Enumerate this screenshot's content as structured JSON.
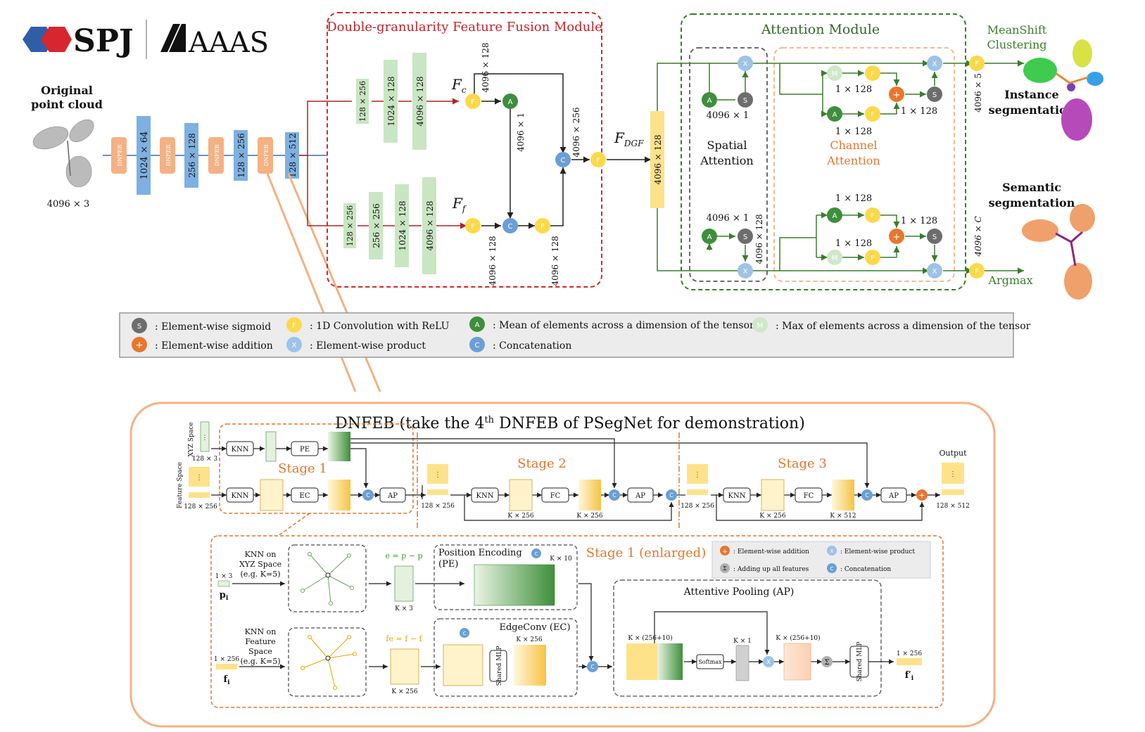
{
  "logos": {
    "spj": "SPJ",
    "aaas": "AAAS"
  },
  "input": {
    "title_line1": "Original",
    "title_line2": "point cloud",
    "size": "4096 × 3"
  },
  "encoder": {
    "block_label": "DNFEB",
    "sizes": [
      "1024 × 64",
      "256 × 128",
      "128 × 256",
      "128 × 512"
    ]
  },
  "fusion": {
    "title": "Double-granularity Feature Fusion Module",
    "coarse_blocks": [
      "128 × 256",
      "1024 × 128",
      "4096 × 128"
    ],
    "fine_blocks": [
      "128 × 256",
      "256 × 256",
      "1024 × 128",
      "4096 × 128"
    ],
    "fc_label": "F",
    "fc_sub": "c",
    "ff_label": "F",
    "ff_sub": "f",
    "dim_4096x128": "4096 × 128",
    "dim_4096x1": "4096 × 1",
    "dim_4096x256": "4096 × 256",
    "fdgf_label": "F",
    "fdgf_sub": "DGF",
    "fdgf_block": "4096 × 128"
  },
  "attention": {
    "title": "Attention Module",
    "spatial_line1": "Spatial",
    "spatial_line2": "Attention",
    "channel_line1": "Channel",
    "channel_line2": "Attention",
    "dim_4096x1": "4096 × 1",
    "dim_1x128": "1 × 128",
    "dim_4096x128": "4096 × 128"
  },
  "outputs": {
    "meanshift_line1": "MeanShift",
    "meanshift_line2": "Clustering",
    "instance_line1": "Instance",
    "instance_line2": "segmentation",
    "semantic_line1": "Semantic",
    "semantic_line2": "segmentation",
    "argmax": "Argmax",
    "dim_instance": "4096 × 5",
    "dim_semantic": "4096 × C"
  },
  "legend": [
    {
      "symbol": "S",
      "color": "#6d6d6d",
      "text": ": Element-wise sigmoid"
    },
    {
      "symbol": "F",
      "color": "#fdd94a",
      "text": ": 1D Convolution with ReLU"
    },
    {
      "symbol": "A",
      "color": "#3f8e3c",
      "text": ": Mean of elements across a dimension of the tensor"
    },
    {
      "symbol": "M",
      "color": "#cfe8c9",
      "text": ": Max of elements across a dimension of the tensor"
    },
    {
      "symbol": "+",
      "color": "#e8772e",
      "text": ": Element-wise addition"
    },
    {
      "symbol": "X",
      "color": "#9dc3e6",
      "text": ": Element-wise product"
    },
    {
      "symbol": "C",
      "color": "#6a9fd6",
      "text": ": Concatenation"
    }
  ],
  "dnfeb": {
    "title_pre": "DNFEB (take the 4",
    "title_sup": "th",
    "title_post": " DNFEB of PSegNet for demonstration)",
    "xyz_space": "XYZ Space",
    "feature_space": "Feature Space",
    "dim_128x3": "128 × 3",
    "dim_128x256": "128 × 256",
    "dim_128x512": "128 × 512",
    "dim_kx256": "K × 256",
    "dim_kx512": "K × 512",
    "output": "Output",
    "stage1": "Stage 1",
    "stage2": "Stage 2",
    "stage3": "Stage 3",
    "knn": "KNN",
    "pe": "PE",
    "ec": "EC",
    "ap": "AP",
    "fc": "FC"
  },
  "enlarged": {
    "title": "Stage 1 (enlarged)",
    "knn_xyz_line1": "KNN on",
    "knn_xyz_line2": "XYZ Space",
    "knn_xyz_line3": "(e.g. K=5)",
    "knn_feat_line1": "KNN on",
    "knn_feat_line2": "Feature",
    "knn_feat_line3": "Space",
    "knn_feat_line4": "(e.g. K=5)",
    "dim_1x3": "1 × 3",
    "dim_1x256": "1 × 256",
    "dim_kx3": "K × 3",
    "dim_kx10": "K × 10",
    "dim_kx256": "K × 256",
    "dim_kx266": "K × (256+10)",
    "dim_kx1": "K × 1",
    "pi": "p",
    "pi_sub": "i",
    "fi": "f",
    "fi_sub": "i",
    "fi_out": "f′",
    "fi_out_sub": "i",
    "eq_e": "e",
    "eq_e_rest": " = p",
    "eq_e_tail": " − p",
    "eq_fe": "fe",
    "eq_fe_rest": " = f",
    "eq_fe_tail": " − f",
    "pe_title_line1": "Position Encoding",
    "pe_title_line2": "(PE)",
    "ec_title": "EdgeConv (EC)",
    "ap_title": "Attentive Pooling (AP)",
    "softmax": "Softmax",
    "shared_mlp": "Shared MLP",
    "sigma": "Σ",
    "legend_add": ": Element-wise addition",
    "legend_prod": ": Element-wise product",
    "legend_sum": ": Adding up all features",
    "legend_concat": ": Concatenation"
  }
}
